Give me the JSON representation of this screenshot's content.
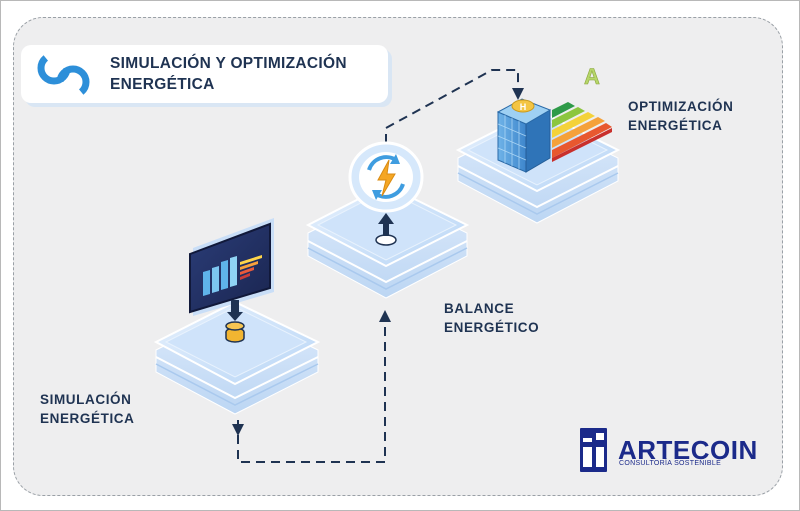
{
  "title": {
    "line1": "SIMULACIÓN  Y OPTIMIZACIÓN",
    "line2": "ENERGÉTICA"
  },
  "steps": [
    {
      "line1": "SIMULACIÓN",
      "line2": "ENERGÉTICA"
    },
    {
      "line1": "BALANCE",
      "line2": "ENERGÉTICO"
    },
    {
      "line1": "OPTIMIZACIÓN",
      "line2": "ENERGÉTICA"
    }
  ],
  "rating_letter": "A",
  "building_sign": "H",
  "brand": {
    "name": "ARTECOIN",
    "tagline": "CONSULTORÍA SOSTENIBLE"
  },
  "colors": {
    "title_text": "#1f3352",
    "brand_blue": "#1b2a8a",
    "platform_blue": "#cfe3fa",
    "connector": "#1f3352"
  }
}
